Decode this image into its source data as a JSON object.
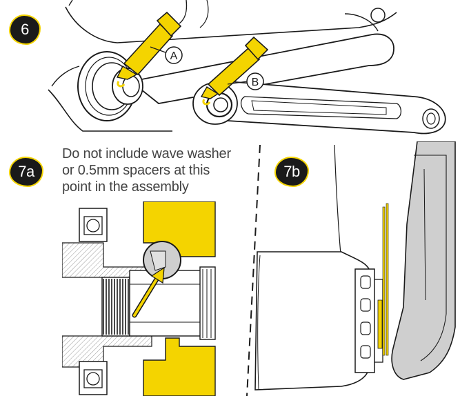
{
  "steps": {
    "step6": "6",
    "step7a": "7a",
    "step7b": "7b"
  },
  "callouts": {
    "a": "A",
    "b": "B"
  },
  "note_lines": [
    "Do not include wave washer",
    "or 0.5mm spacers at this",
    "point in the assembly"
  ],
  "colors": {
    "accent_yellow": "#f4d400",
    "line_dark": "#1a1a1a",
    "shade_gray": "#cfcfcf"
  }
}
